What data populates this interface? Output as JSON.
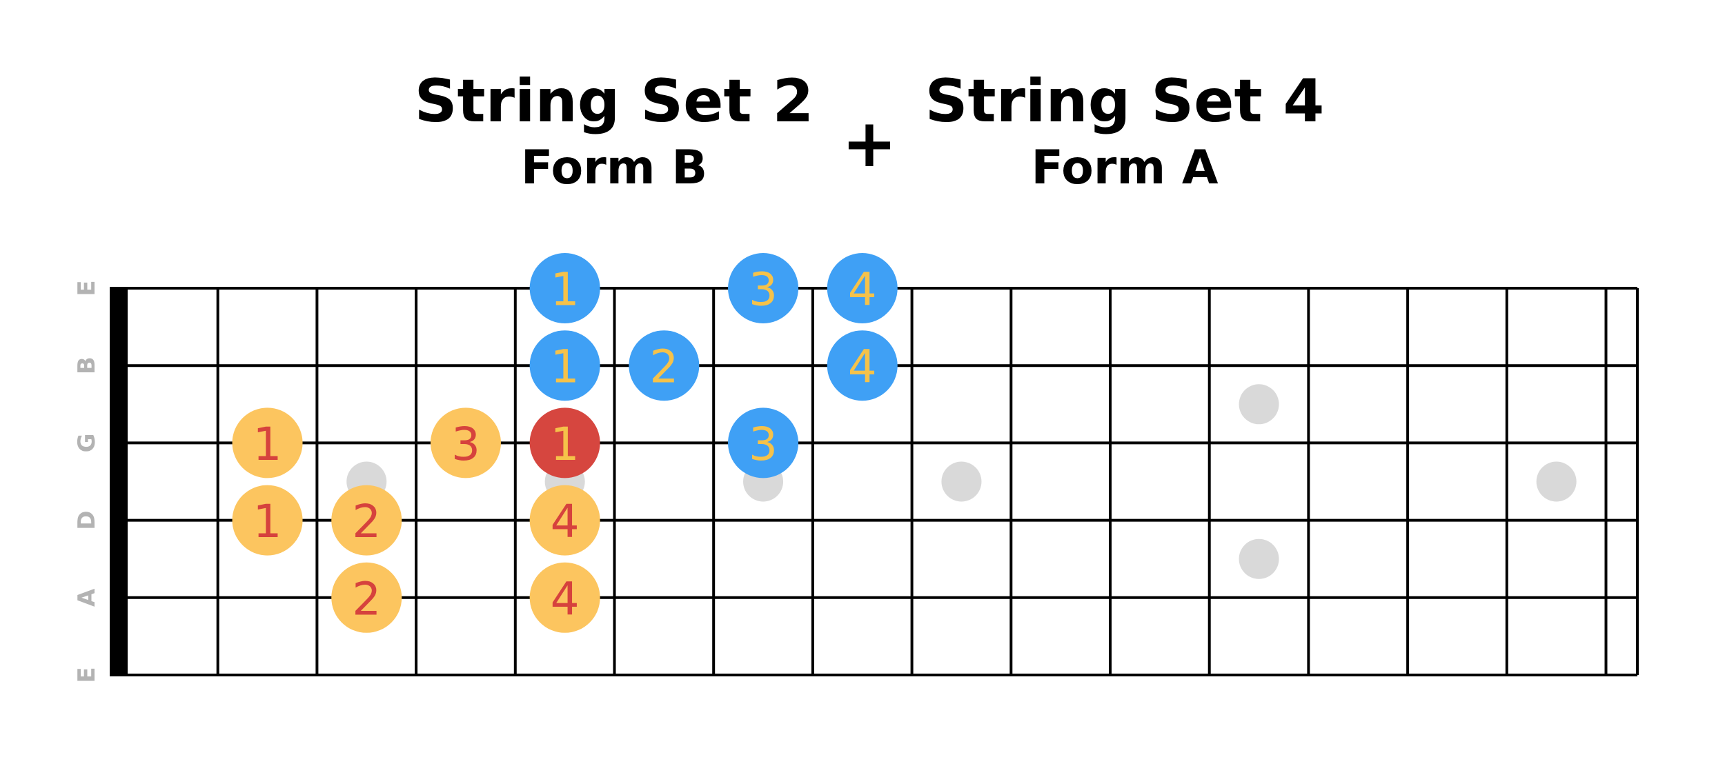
{
  "titles": {
    "left": {
      "main": "String Set 2",
      "sub": "Form B"
    },
    "plus": "+",
    "right": {
      "main": "String Set 4",
      "sub": "Form A"
    }
  },
  "fretboard": {
    "string_labels": [
      "E",
      "B",
      "G",
      "D",
      "A",
      "E"
    ],
    "frets_shown": 15,
    "inlay_frets": [
      3,
      5,
      7,
      9,
      12,
      15
    ],
    "colors": {
      "lines": "#000000",
      "nut": "#000000",
      "inlay": "#d9d9d9",
      "string_label": "#b3b3b3",
      "orange_dot": "#fcc55f",
      "orange_text": "#d6423d",
      "blue_dot": "#3fa0f5",
      "blue_text": "#f5c24a",
      "red_dot": "#d6463f",
      "red_text": "#f5c24a"
    },
    "notes": [
      {
        "string": 1,
        "fret": 5,
        "finger": "1",
        "color": "blue"
      },
      {
        "string": 1,
        "fret": 7,
        "finger": "3",
        "color": "blue"
      },
      {
        "string": 1,
        "fret": 8,
        "finger": "4",
        "color": "blue"
      },
      {
        "string": 2,
        "fret": 5,
        "finger": "1",
        "color": "blue"
      },
      {
        "string": 2,
        "fret": 6,
        "finger": "2",
        "color": "blue"
      },
      {
        "string": 2,
        "fret": 8,
        "finger": "4",
        "color": "blue"
      },
      {
        "string": 3,
        "fret": 2,
        "finger": "1",
        "color": "orange"
      },
      {
        "string": 3,
        "fret": 4,
        "finger": "3",
        "color": "orange"
      },
      {
        "string": 3,
        "fret": 5,
        "finger": "1",
        "color": "red"
      },
      {
        "string": 3,
        "fret": 7,
        "finger": "3",
        "color": "blue"
      },
      {
        "string": 4,
        "fret": 2,
        "finger": "1",
        "color": "orange"
      },
      {
        "string": 4,
        "fret": 3,
        "finger": "2",
        "color": "orange"
      },
      {
        "string": 4,
        "fret": 5,
        "finger": "4",
        "color": "orange"
      },
      {
        "string": 5,
        "fret": 3,
        "finger": "2",
        "color": "orange"
      },
      {
        "string": 5,
        "fret": 5,
        "finger": "4",
        "color": "orange"
      }
    ]
  }
}
